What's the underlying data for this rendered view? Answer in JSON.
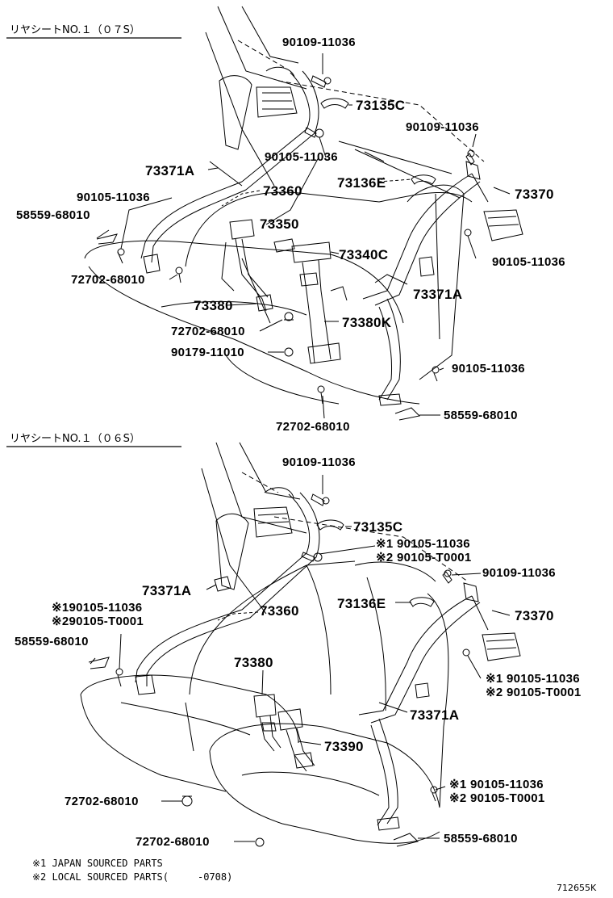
{
  "sections": [
    {
      "title": "リヤシートNO.１（０７S）",
      "labels": {
        "a": "90109-11036",
        "b": "73135C",
        "c": "90109-11036",
        "d": "90105-11036",
        "e": "73371A",
        "f": "73136E",
        "g": "73370",
        "h": "90105-11036",
        "i": "73360",
        "j": "58559-68010",
        "k": "73350",
        "l": "73340C",
        "m": "90105-11036",
        "n": "72702-68010",
        "o": "73371A",
        "p": "73380",
        "q": "72702-68010",
        "r": "73380K",
        "s": "90179-11010",
        "t": "90105-11036",
        "u": "72702-68010",
        "v": "58559-68010"
      }
    },
    {
      "title": "リヤシートNO.１（０６S）",
      "labels": {
        "a": "90109-11036",
        "b": "73135C",
        "c1": "※1 90105-11036",
        "c2": "※2 90105-T0001",
        "d": "90109-11036",
        "e": "73371A",
        "f": "73136E",
        "g": "73370",
        "h1": "※190105-11036",
        "h2": "※290105-T0001",
        "i": "73360",
        "j": "58559-68010",
        "k1": "※1 90105-11036",
        "k2": "※2 90105-T0001",
        "l": "73380",
        "m": "73371A",
        "n": "73390",
        "o1": "※1 90105-11036",
        "o2": "※2 90105-T0001",
        "p": "72702-68010",
        "q": "72702-68010",
        "r": "58559-68010"
      }
    }
  ],
  "notes": [
    "※1 JAPAN SOURCED PARTS",
    "※2 LOCAL SOURCED PARTS(　　　-0708)"
  ],
  "diagram_id": "712655K"
}
